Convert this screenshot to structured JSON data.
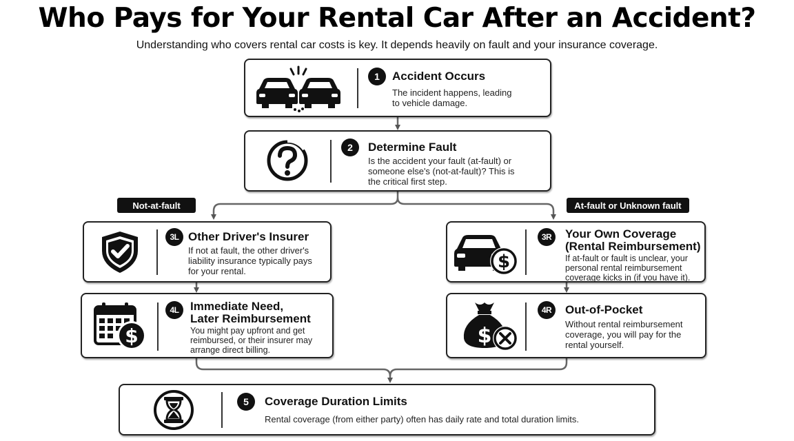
{
  "title": "Who Pays for Your Rental Car After an Accident?",
  "subtitle": "Understanding who covers rental car costs is key. It depends heavily on fault and your insurance coverage.",
  "branches": {
    "left": "Not-at-fault",
    "right": "At-fault or Unknown fault"
  },
  "steps": {
    "s1": {
      "num": "1",
      "title": "Accident Occurs",
      "desc": [
        "The incident happens, leading",
        "to vehicle damage."
      ],
      "icon": "car-collision-icon"
    },
    "s2": {
      "num": "2",
      "title": "Determine Fault",
      "desc": [
        "Is the accident your fault (at-fault) or",
        "someone else's (not-at-fault)? This is",
        "the critical first step."
      ],
      "icon": "question-icon"
    },
    "s3l": {
      "num": "3L",
      "title": "Other Driver's Insurer",
      "desc": [
        "If not at fault, the other driver's",
        "liability insurance typically pays",
        "for your rental."
      ],
      "icon": "shield-check-icon"
    },
    "s3r": {
      "num": "3R",
      "title": [
        "Your Own Coverage",
        "(Rental Reimbursement)"
      ],
      "desc": [
        "If at-fault or fault is unclear, your",
        "personal rental reimbursement",
        "coverage kicks in (if you have it)."
      ],
      "icon": "car-dollar-icon"
    },
    "s4l": {
      "num": "4L",
      "title": [
        "Immediate Need,",
        "Later Reimbursement"
      ],
      "desc": [
        "You might pay upfront and get",
        "reimbursed, or their insurer may",
        "arrange direct billing."
      ],
      "icon": "calendar-dollar-icon"
    },
    "s4r": {
      "num": "4R",
      "title": "Out-of-Pocket",
      "desc": [
        "Without rental reimbursement",
        "coverage, you will pay for the",
        "rental yourself."
      ],
      "icon": "money-bag-x-icon"
    },
    "s5": {
      "num": "5",
      "title": "Coverage Duration Limits",
      "desc": [
        "Rental coverage (from either party) often has daily rate and total duration limits."
      ],
      "icon": "hourglass-icon"
    }
  }
}
